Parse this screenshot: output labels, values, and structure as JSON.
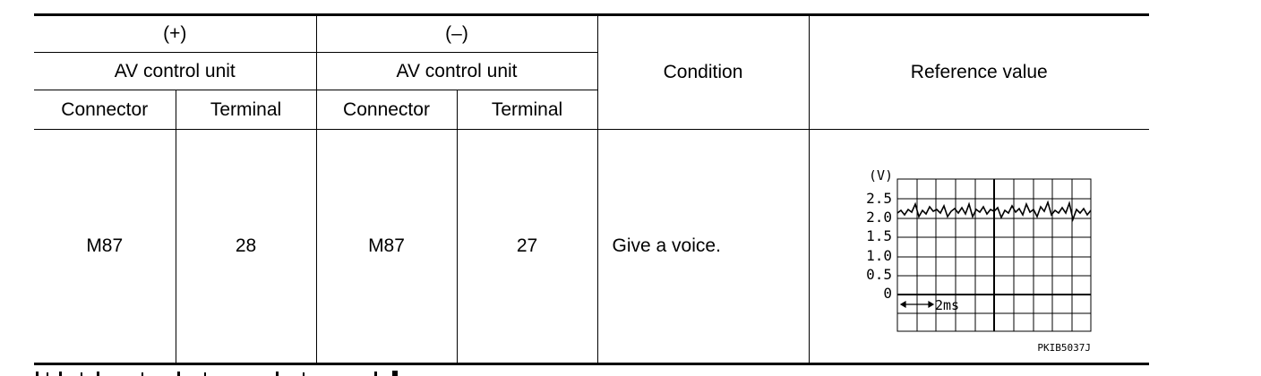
{
  "table": {
    "plus_label": "(+)",
    "minus_label": "(–)",
    "plus_unit": "AV control unit",
    "minus_unit": "AV control unit",
    "condition_header": "Condition",
    "reference_header": "Reference value",
    "connector_header": "Connector",
    "terminal_header": "Terminal",
    "row": {
      "plus_connector": "M87",
      "plus_terminal": "28",
      "minus_connector": "M87",
      "minus_terminal": "27",
      "condition": "Give a voice."
    }
  },
  "waveform": {
    "unit_label": "(V)",
    "y_ticks": [
      "2.5",
      "2.0",
      "1.5",
      "1.0",
      "0.5",
      "0"
    ],
    "time_label": "2ms",
    "figure_code": "PKIB5037J"
  }
}
